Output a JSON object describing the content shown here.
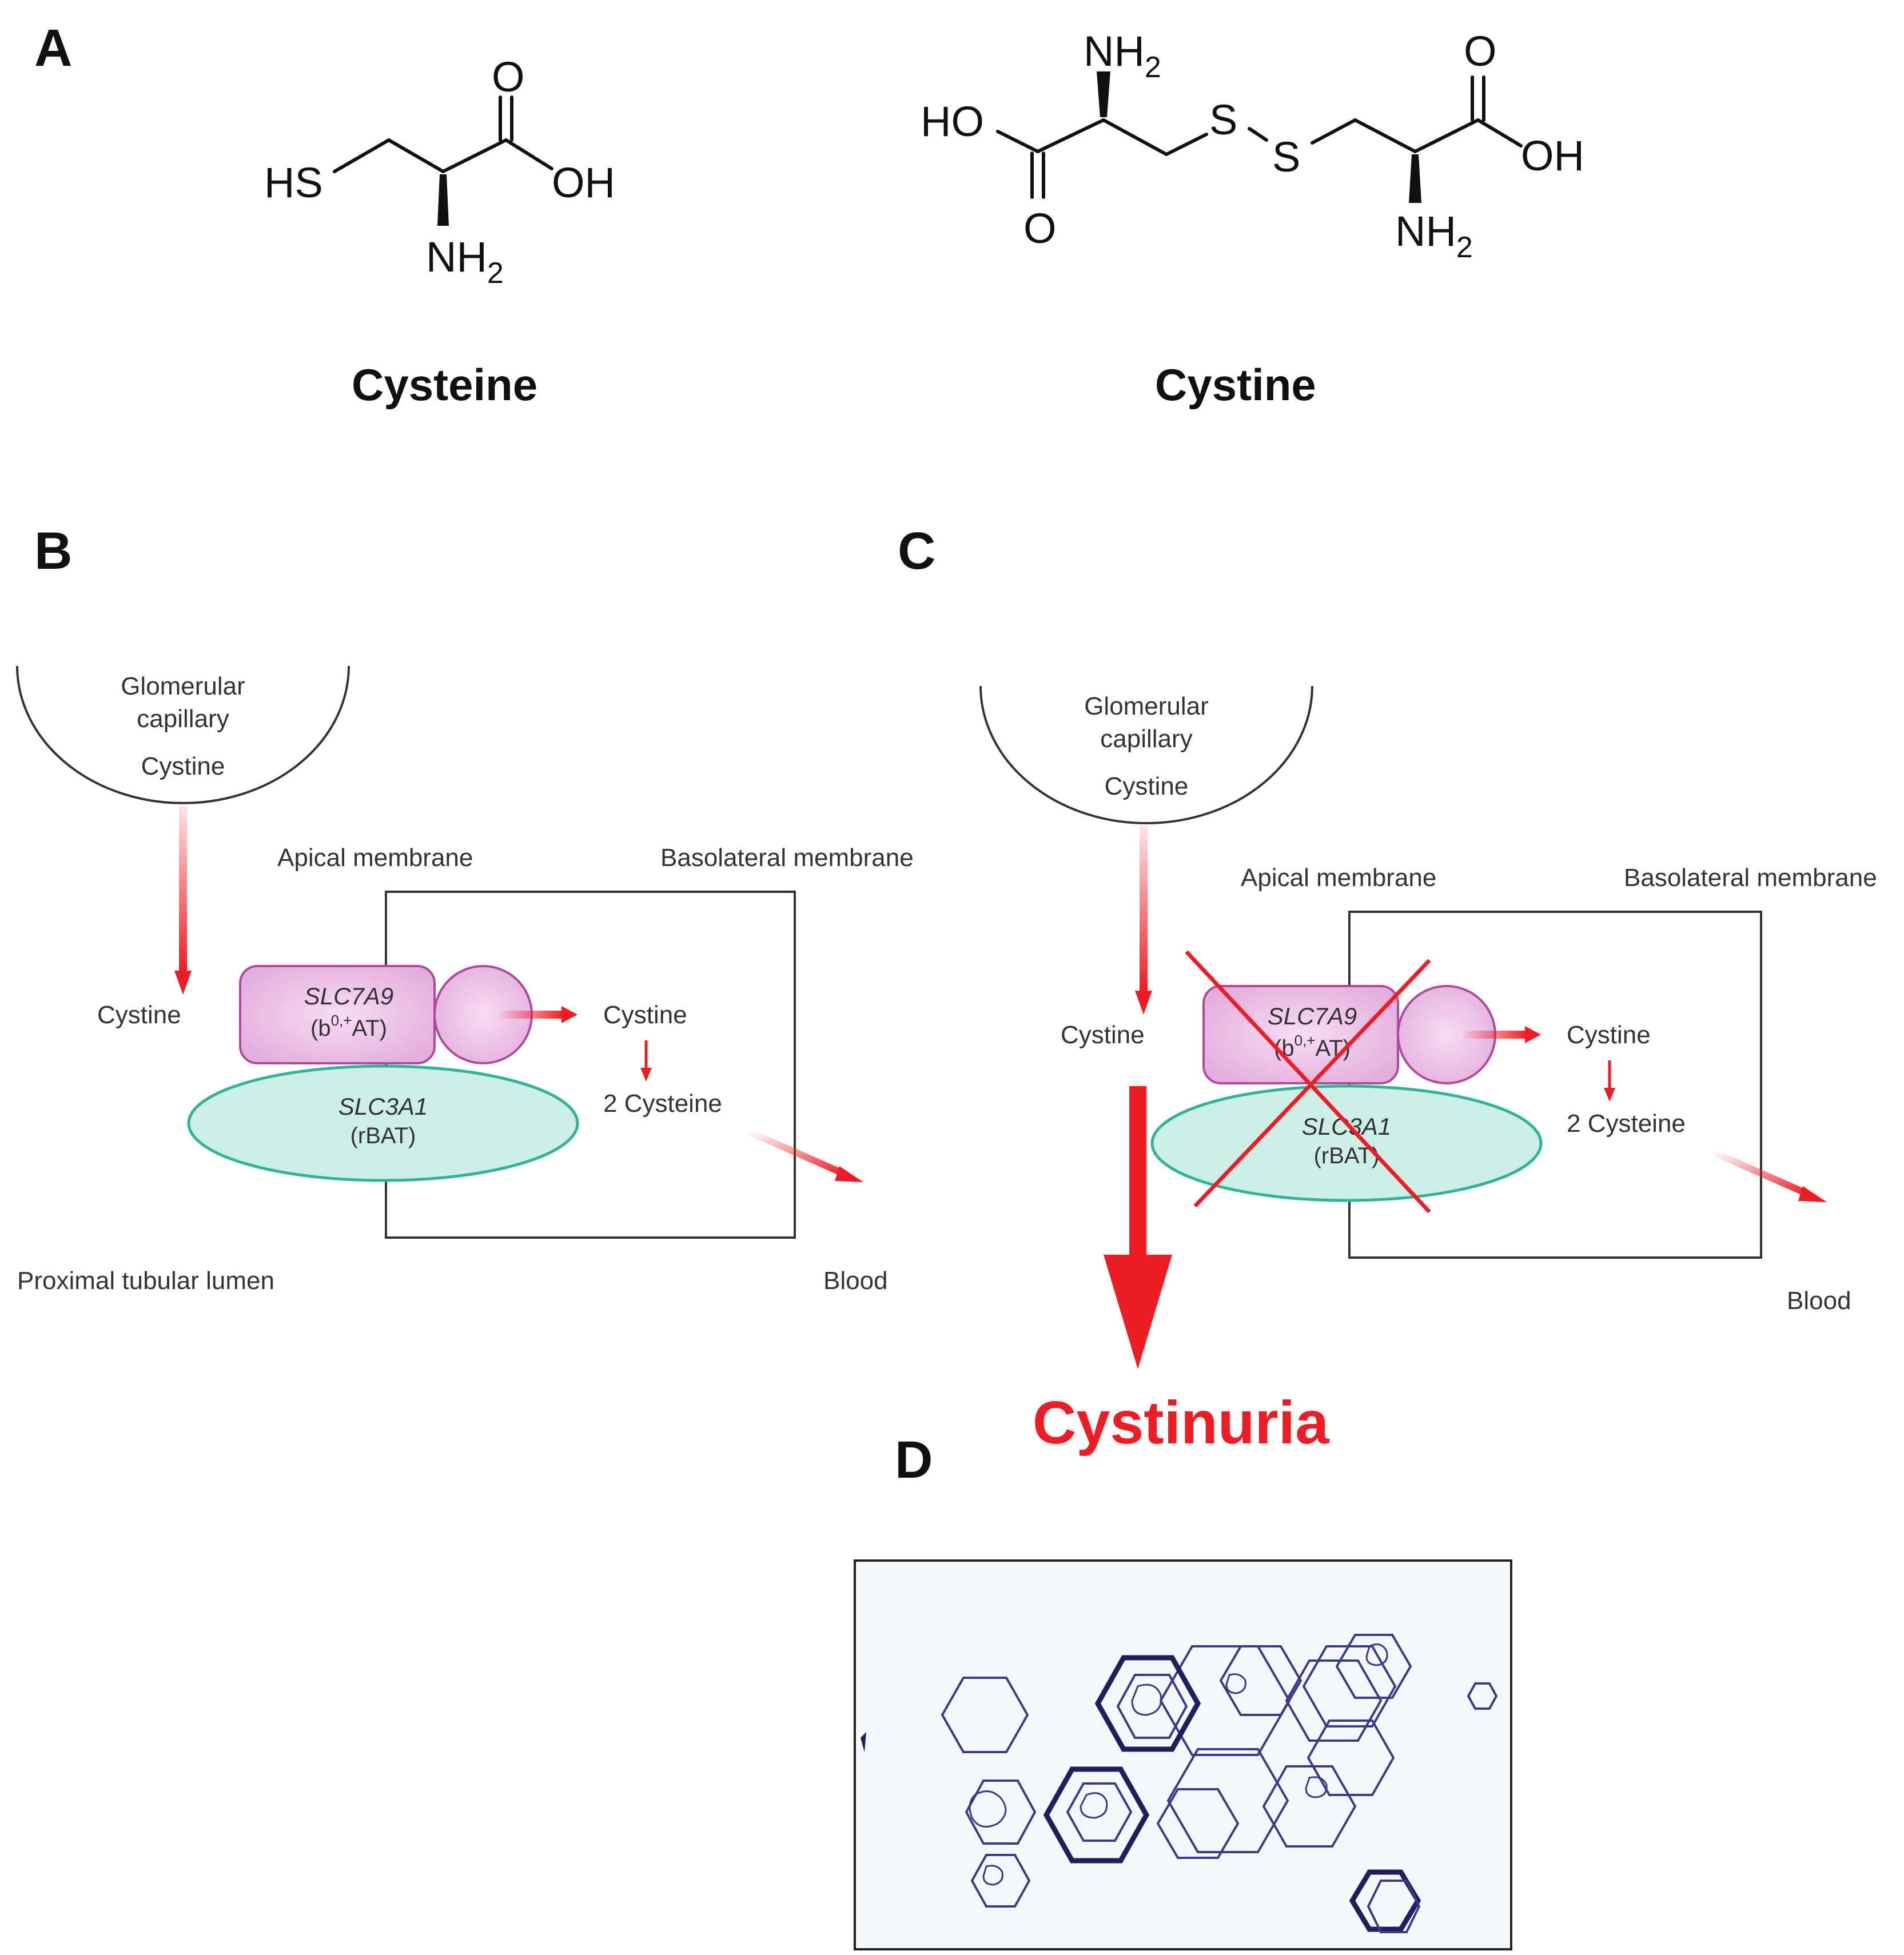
{
  "panels": {
    "a": "A",
    "b": "B",
    "c": "C",
    "d": "D"
  },
  "molecules": {
    "cysteine": {
      "name": "Cysteine",
      "hs": "HS",
      "oh": "OH",
      "o": "O",
      "nh": "NH",
      "sub2": "2"
    },
    "cystine": {
      "name": "Cystine",
      "ho": "HO",
      "oh": "OH",
      "o_top": "O",
      "o_bottom": "O",
      "s1": "S",
      "s2": "S",
      "nh_top": "NH",
      "nh_bottom": "NH",
      "sub2": "2"
    }
  },
  "normal": {
    "glomerular_line1": "Glomerular",
    "glomerular_line2": "capillary",
    "capillary_cystine": "Cystine",
    "apical": "Apical membrane",
    "basolateral": "Basolateral membrane",
    "lumen_cystine": "Cystine",
    "slc7a9": "SLC7A9",
    "b0_prefix": "(b",
    "b0_sup": "0,+",
    "b0_suffix": "AT)",
    "slc3a1": "SLC3A1",
    "rbat": "(rBAT)",
    "cell_cystine": "Cystine",
    "two_cysteine": "2 Cysteine",
    "lumen": "Proximal tubular lumen",
    "blood": "Blood"
  },
  "defect": {
    "glomerular_line1": "Glomerular",
    "glomerular_line2": "capillary",
    "capillary_cystine": "Cystine",
    "apical": "Apical membrane",
    "basolateral": "Basolateral membrane",
    "lumen_cystine": "Cystine",
    "slc7a9": "SLC7A9",
    "b0_prefix": "(b",
    "b0_sup": "0,+",
    "b0_suffix": "AT)",
    "slc3a1": "SLC3A1",
    "rbat": "(rBAT)",
    "cell_cystine": "Cystine",
    "two_cysteine": "2 Cysteine",
    "blood": "Blood",
    "disease": "Cystinuria"
  },
  "colors": {
    "transporter_pink": "#e6b3e0",
    "transporter_outline": "#b04a9e",
    "rbat_teal": "#cdeee4",
    "rbat_outline": "#2fb39a",
    "arrow_red": "#ee1c25",
    "crystal_blue": "#3a3a8c"
  }
}
